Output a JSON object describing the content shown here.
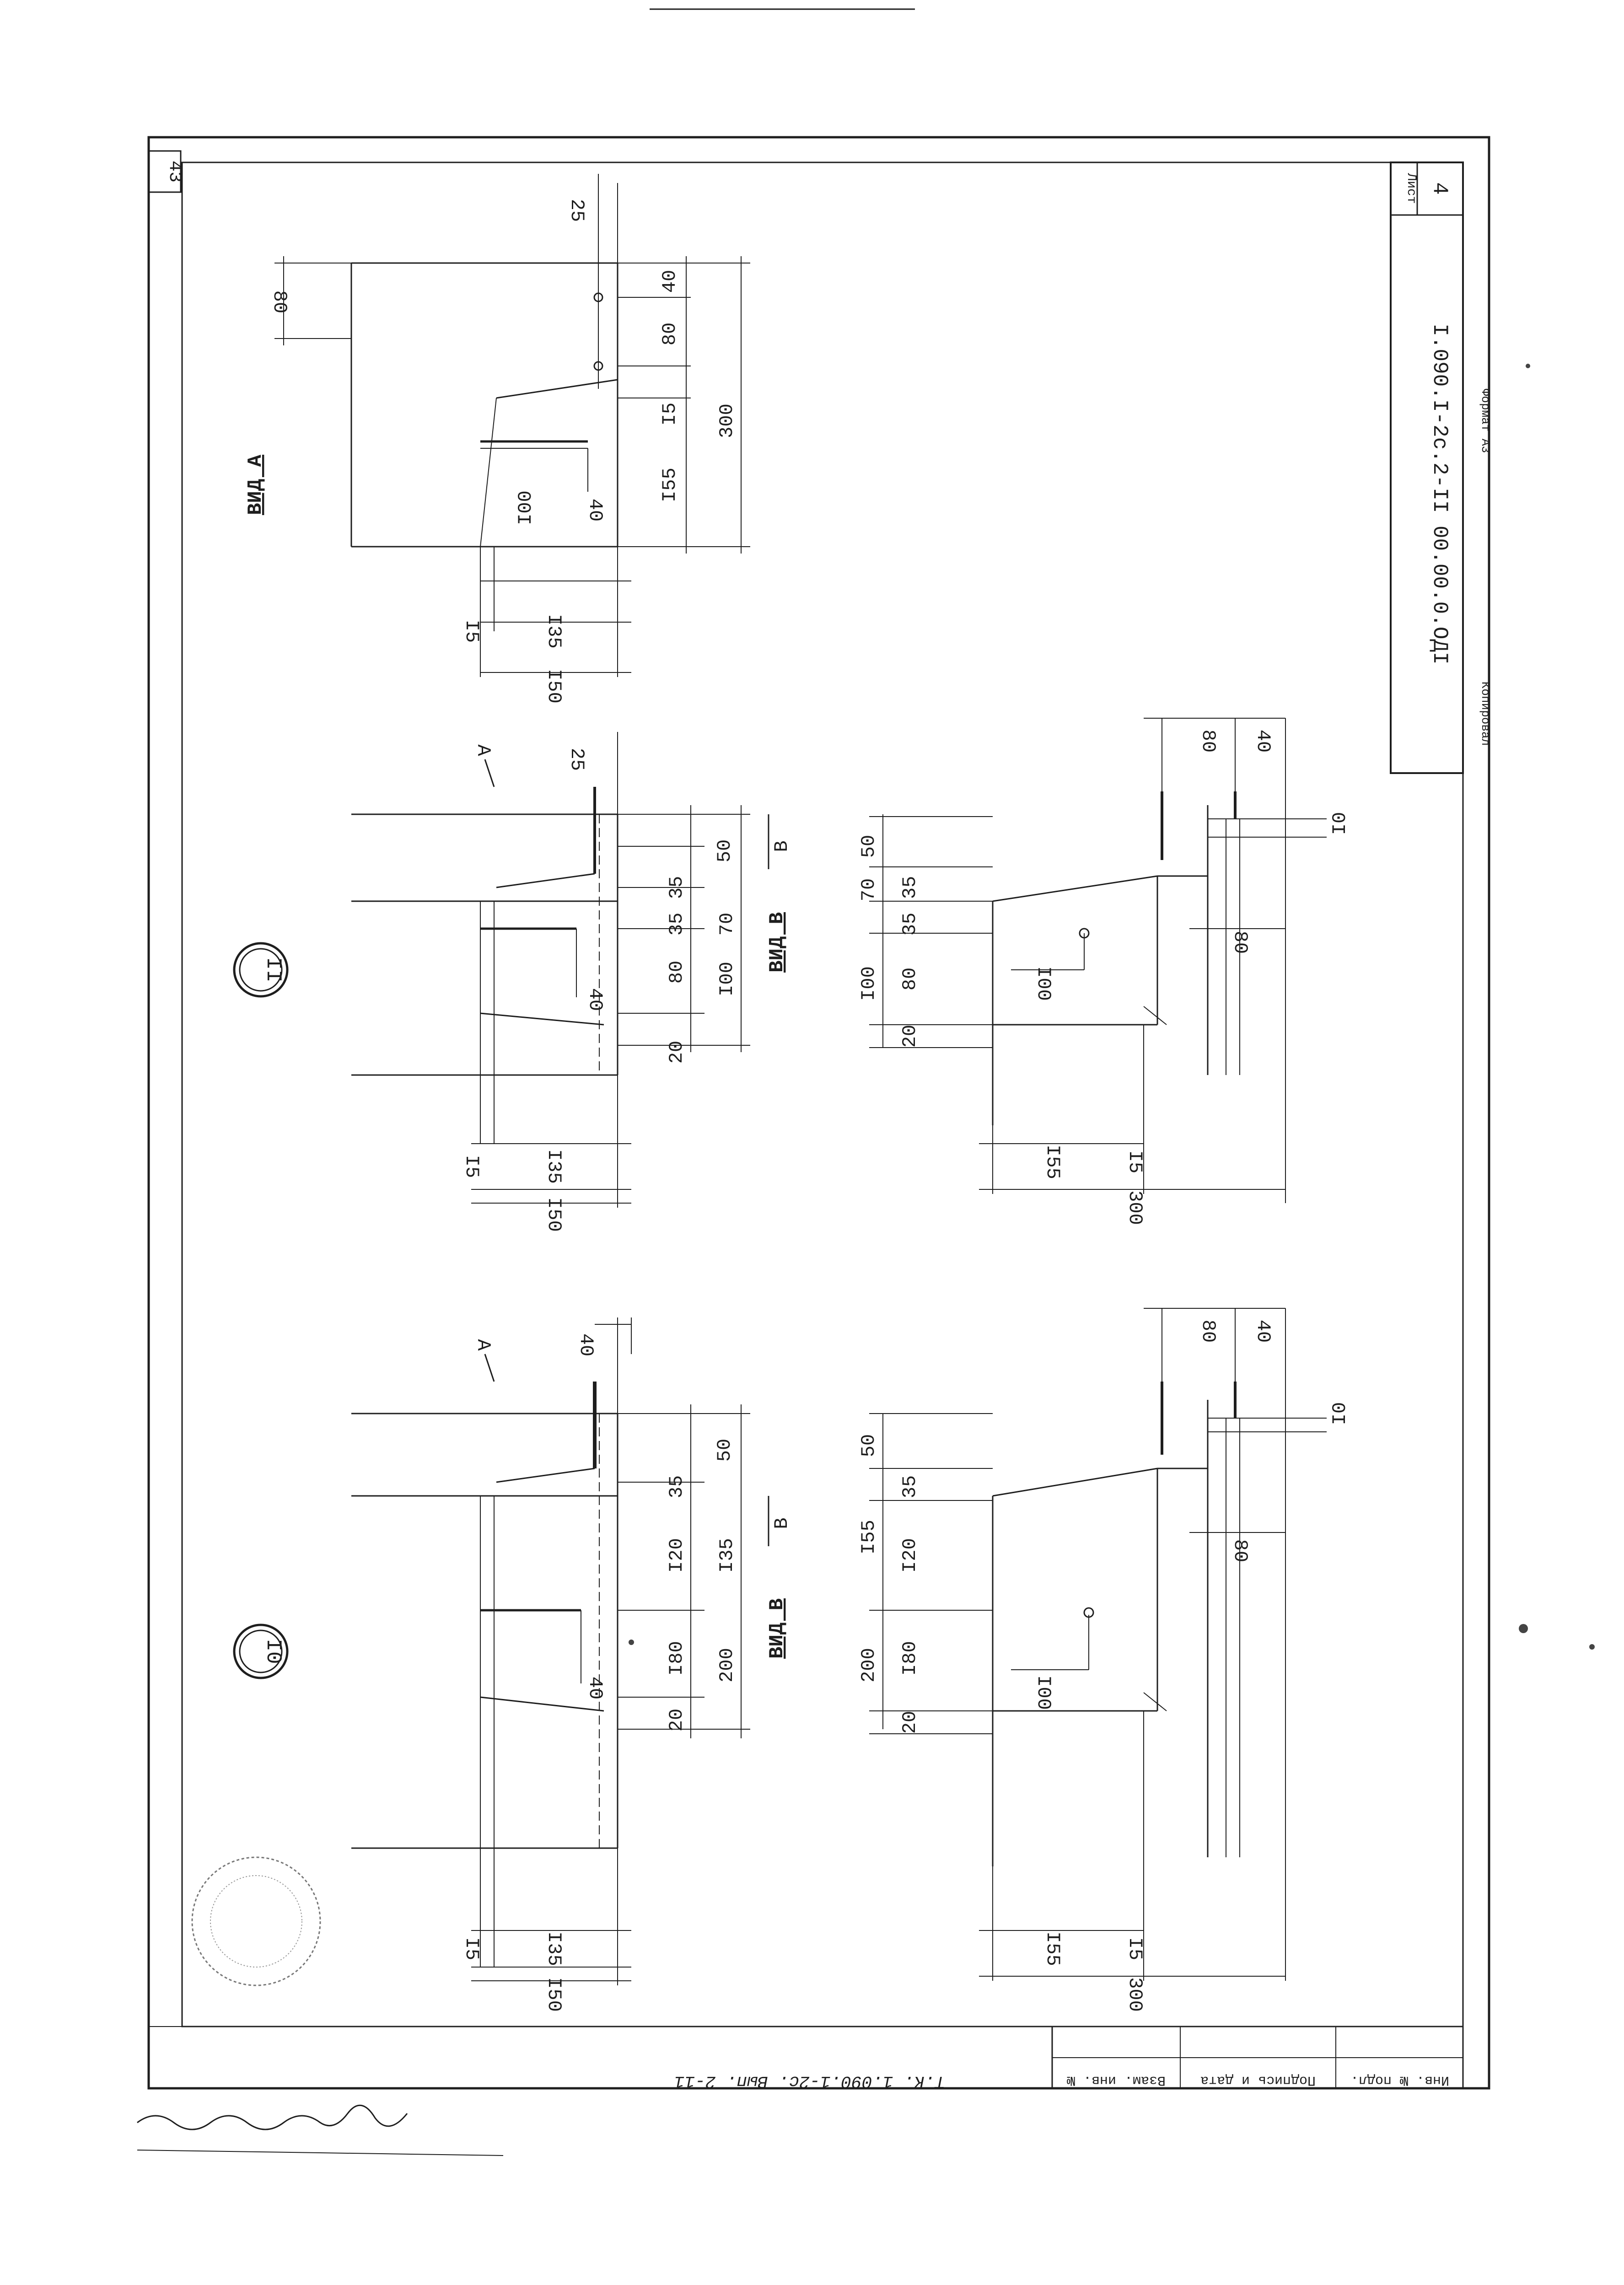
{
  "document": {
    "sheet_number_label": "Лист",
    "sheet_number": "4",
    "designation": "I.090.I-2c.2-II 00.00.0.ОДI",
    "copied_by": "Копировал",
    "format": "Формат А3",
    "corner_number": "43",
    "handwritten_series": "Т.К. 1.090.1-2с. Вып. 2-11"
  },
  "title_block": {
    "inv_no_original": "Инв. № подл.",
    "signature_and_date": "Подпись и дата",
    "replaced_inv_no": "Взам. инв. №"
  },
  "view_a": {
    "title": "ВИД А",
    "dims": {
      "d80": "80",
      "d25": "25",
      "d40": "40",
      "d80b": "80",
      "d15": "I5",
      "d155": "I55",
      "d300": "300",
      "d100": "I00",
      "d40b": "40",
      "w15": "I5",
      "w135": "I35",
      "w150": "I50"
    }
  },
  "detail_11": {
    "marker": "II",
    "arrow": "А",
    "dims": {
      "d25": "25",
      "d50": "50",
      "d35": "35",
      "d70": "70",
      "d35b": "35",
      "d80": "80",
      "d100": "I00",
      "d20": "20",
      "d40": "40",
      "w15": "I5",
      "w135": "I35",
      "w150": "I50"
    },
    "section_arrow": "В"
  },
  "view_b_11": {
    "title": "ВИД В",
    "dims": {
      "d80": "80",
      "d40": "40",
      "d10": "I0",
      "d50": "50",
      "d70": "70",
      "d35": "35",
      "d35b": "35",
      "d100": "I00",
      "d80b": "80",
      "d20": "20",
      "d100c": "I00",
      "d80c": "80",
      "w155": "I55",
      "w15": "I5",
      "w300": "300"
    }
  },
  "detail_10": {
    "marker": "I0",
    "arrow": "А",
    "dims": {
      "d40": "40",
      "d50": "50",
      "d35": "35",
      "d120": "I20",
      "d135": "I35",
      "d180": "I80",
      "d200": "200",
      "d20": "20",
      "d40b": "40",
      "w15": "I5",
      "w135": "I35",
      "w150": "I50"
    },
    "section_arrow": "В"
  },
  "view_b_10": {
    "title": "ВИД В",
    "dims": {
      "d80": "80",
      "d40": "40",
      "d10": "I0",
      "d50": "50",
      "d35": "35",
      "d155": "I55",
      "d120": "I20",
      "d80b": "80",
      "d200": "200",
      "d180": "I80",
      "d20": "20",
      "d100": "I00",
      "w15": "I5",
      "w155": "I55",
      "w300": "300"
    }
  }
}
